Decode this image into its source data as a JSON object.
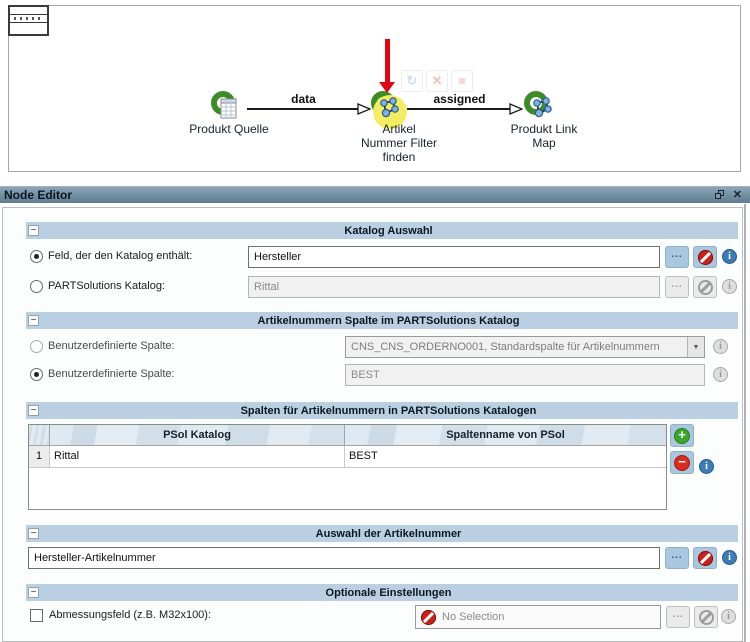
{
  "colors": {
    "section_header_bg": "#bad0e2",
    "titlebar_top": "#8aa5b6",
    "titlebar_bottom": "#5e7d90",
    "accent_button_bg": "#a9c7de",
    "no_entry_red": "#cf2018",
    "info_blue": "#3d7ab8",
    "add_green": "#3ba62d",
    "remove_red": "#d92b1f",
    "node_ring_green": "#3e8c28",
    "annotation_arrow_red": "#e20613"
  },
  "workflow": {
    "nodes": [
      {
        "line1": "Produkt Quelle",
        "line2": "",
        "line3": "",
        "icon": "table-icon"
      },
      {
        "line1": "Artikel",
        "line2": "Nummer Filter",
        "line3": "finden",
        "icon": "network-icon"
      },
      {
        "line1": "Produkt Link",
        "line2": "Map",
        "line3": "",
        "icon": "network-icon"
      }
    ],
    "edges": [
      {
        "label": "data"
      },
      {
        "label": "assigned"
      }
    ],
    "ghost_toolbar": {
      "run_glyph": "↻",
      "cancel_glyph": "✕",
      "stop_glyph": "■"
    }
  },
  "editor": {
    "title": "Node Editor",
    "close_glyph": "✕",
    "collapse_glyph": "−",
    "browse_label": "...",
    "info_glyph": "i",
    "dropdown_glyph": "▼",
    "plus_glyph": "+",
    "minus_glyph": "−",
    "sections": [
      {
        "title": "Katalog Auswahl",
        "rows": [
          {
            "label": "Feld, der den Katalog enthält:",
            "value": "Hersteller",
            "selected": true
          },
          {
            "label": "PARTSolutions Katalog:",
            "value": "Rittal",
            "selected": false
          }
        ]
      },
      {
        "title": "Artikelnummern Spalte im PARTSolutions Katalog",
        "rows": [
          {
            "label": "Benutzerdefinierte Spalte:",
            "value": "CNS_CNS_ORDERNO001, Standardspalte für Artikelnummern",
            "selected": false
          },
          {
            "label": "Benutzerdefinierte Spalte:",
            "value": "BEST",
            "selected": true
          }
        ]
      },
      {
        "title": "Spalten für Artikelnummern in PARTSolutions Katalogen",
        "table": {
          "columns": [
            "PSol Katalog",
            "Spaltenname von PSol"
          ],
          "rows": [
            {
              "num": "1",
              "psol_katalog": "Rittal",
              "spaltenname": "BEST"
            }
          ]
        }
      },
      {
        "title": "Auswahl der Artikelnummer",
        "value": "Hersteller-Artikelnummer"
      },
      {
        "title": "Optionale Einstellungen",
        "checkbox_label": "Abmessungsfeld (z.B. M32x100):",
        "value": "No Selection"
      }
    ]
  }
}
